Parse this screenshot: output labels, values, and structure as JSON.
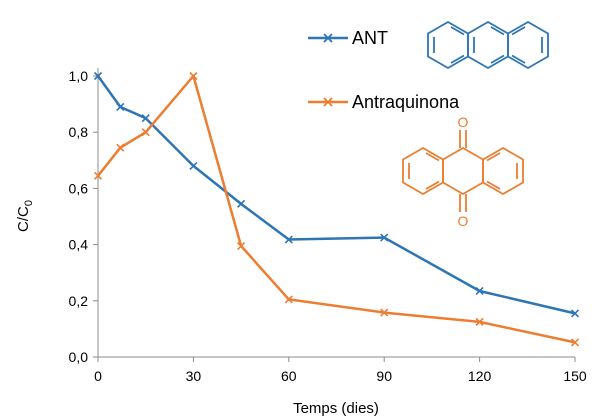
{
  "chart_data": {
    "type": "line",
    "title": "",
    "xlabel": "Temps (dies)",
    "ylabel": "C/C",
    "ylabel_subscript": "0",
    "xlim": [
      0,
      150
    ],
    "ylim": [
      0,
      1.0
    ],
    "xticks": [
      0,
      30,
      60,
      90,
      120,
      150
    ],
    "yticks": [
      0.0,
      0.2,
      0.4,
      0.6,
      0.8,
      1.0
    ],
    "ytick_labels": [
      "0,0",
      "0,2",
      "0,4",
      "0,6",
      "0,8",
      "1,0"
    ],
    "grid": false,
    "legend_position": "top-right",
    "series": [
      {
        "name": "ANT",
        "color": "#2E75B6",
        "marker": "x",
        "x": [
          0,
          7,
          15,
          30,
          45,
          60,
          90,
          120,
          150
        ],
        "y": [
          1.0,
          0.89,
          0.85,
          0.68,
          0.545,
          0.418,
          0.425,
          0.235,
          0.155
        ]
      },
      {
        "name": "Antraquinona",
        "color": "#ED7D31",
        "marker": "x",
        "x": [
          0,
          7,
          15,
          30,
          45,
          60,
          90,
          120,
          150
        ],
        "y": [
          0.645,
          0.745,
          0.8,
          1.0,
          0.395,
          0.205,
          0.158,
          0.125,
          0.052
        ]
      }
    ]
  },
  "molecules": {
    "anthracene_icon": "anthracene-structure",
    "anthraquinone_icon": "anthraquinone-structure",
    "oxygen_label": "O"
  }
}
